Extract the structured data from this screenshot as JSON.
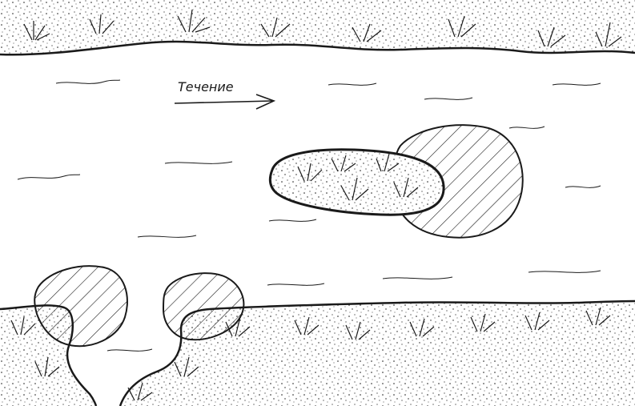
{
  "diagram": {
    "flow_label": "Течение",
    "colors": {
      "ink": "#1a1a1a",
      "water": "#ffffff",
      "land_texture": "stippled",
      "hatch": "diagonal"
    },
    "elements": {
      "banks": [
        "top-bank",
        "bottom-bank"
      ],
      "islands": [
        "grassy-island"
      ],
      "hatched_zones": [
        "island-downstream-zone",
        "inlet-left-zone",
        "inlet-right-zone"
      ],
      "flow_direction": "right"
    }
  }
}
